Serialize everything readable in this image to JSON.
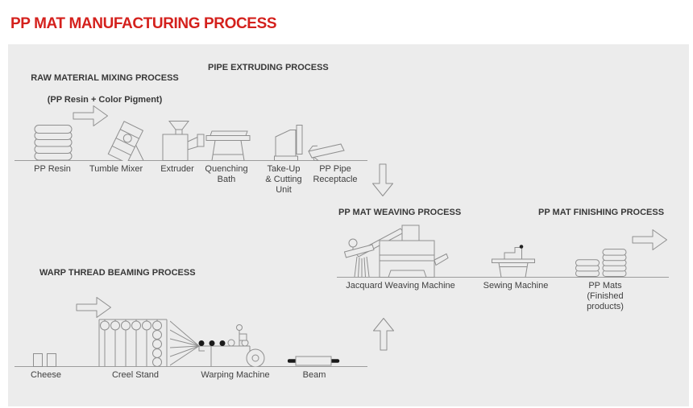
{
  "title": "PP MAT MANUFACTURING PROCESS",
  "colors": {
    "accent_red": "#d4211d",
    "panel_bg": "#ececec",
    "outline_gray": "#8f8f8f",
    "text_dark": "#383838",
    "ink_black": "#1a1a1a"
  },
  "sections": {
    "mixing_title": "RAW MATERIAL MIXING PROCESS",
    "mixing_subtitle": "(PP Resin + Color Pigment)",
    "extruding_title": "PIPE EXTRUDING PROCESS",
    "weaving_title": "PP MAT WEAVING PROCESS",
    "finishing_title": "PP MAT FINISHING PROCESS",
    "beaming_title": "WARP THREAD BEAMING PROCESS"
  },
  "labels": {
    "pp_resin": "PP Resin",
    "tumble_mixer": "Tumble Mixer",
    "extruder": "Extruder",
    "quenching_bath": "Quenching\nBath",
    "take_up_cutting_unit": "Take-Up\n& Cutting\nUnit",
    "pp_pipe_receptacle": "PP Pipe\nReceptacle",
    "jacquard_weaving_machine": "Jacquard Weaving Machine",
    "sewing_machine": "Sewing Machine",
    "pp_mats": "PP Mats\n(Finished\nproducts)",
    "cheese": "Cheese",
    "creel_stand": "Creel Stand",
    "warping_machine": "Warping Machine",
    "beam": "Beam"
  }
}
